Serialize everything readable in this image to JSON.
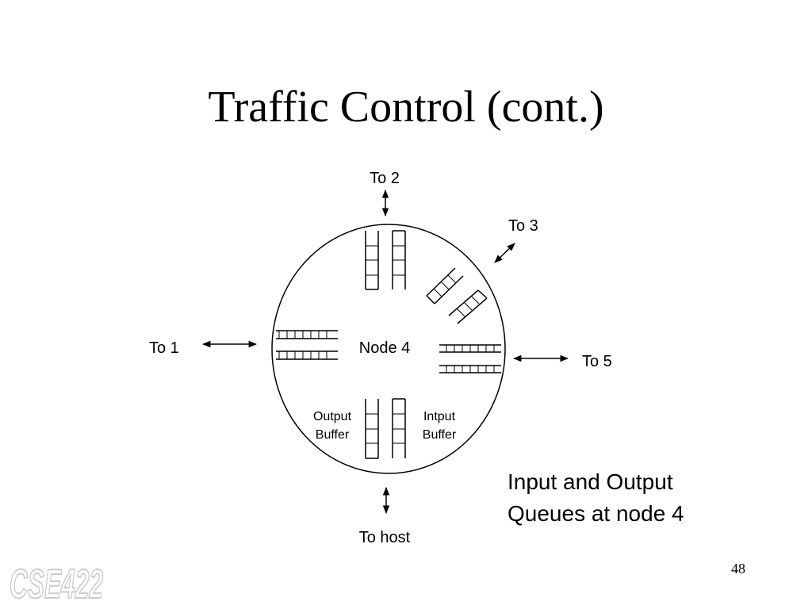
{
  "slide": {
    "title": "Traffic Control (cont.)",
    "page_number": "48",
    "logo_text": "CSE422"
  },
  "diagram": {
    "node_label": "Node 4",
    "links": {
      "to_1": "To 1",
      "to_2": "To 2",
      "to_3": "To 3",
      "to_5": "To 5",
      "to_host": "To host"
    },
    "buffers": {
      "output_line1": "Output",
      "output_line2": "Buffer",
      "input_line1": "Intput",
      "input_line2": "Buffer"
    }
  },
  "caption": {
    "line1": "Input and Output",
    "line2": "Queues at node 4"
  },
  "colors": {
    "ink": "#000000",
    "logo": "#cccccc"
  }
}
